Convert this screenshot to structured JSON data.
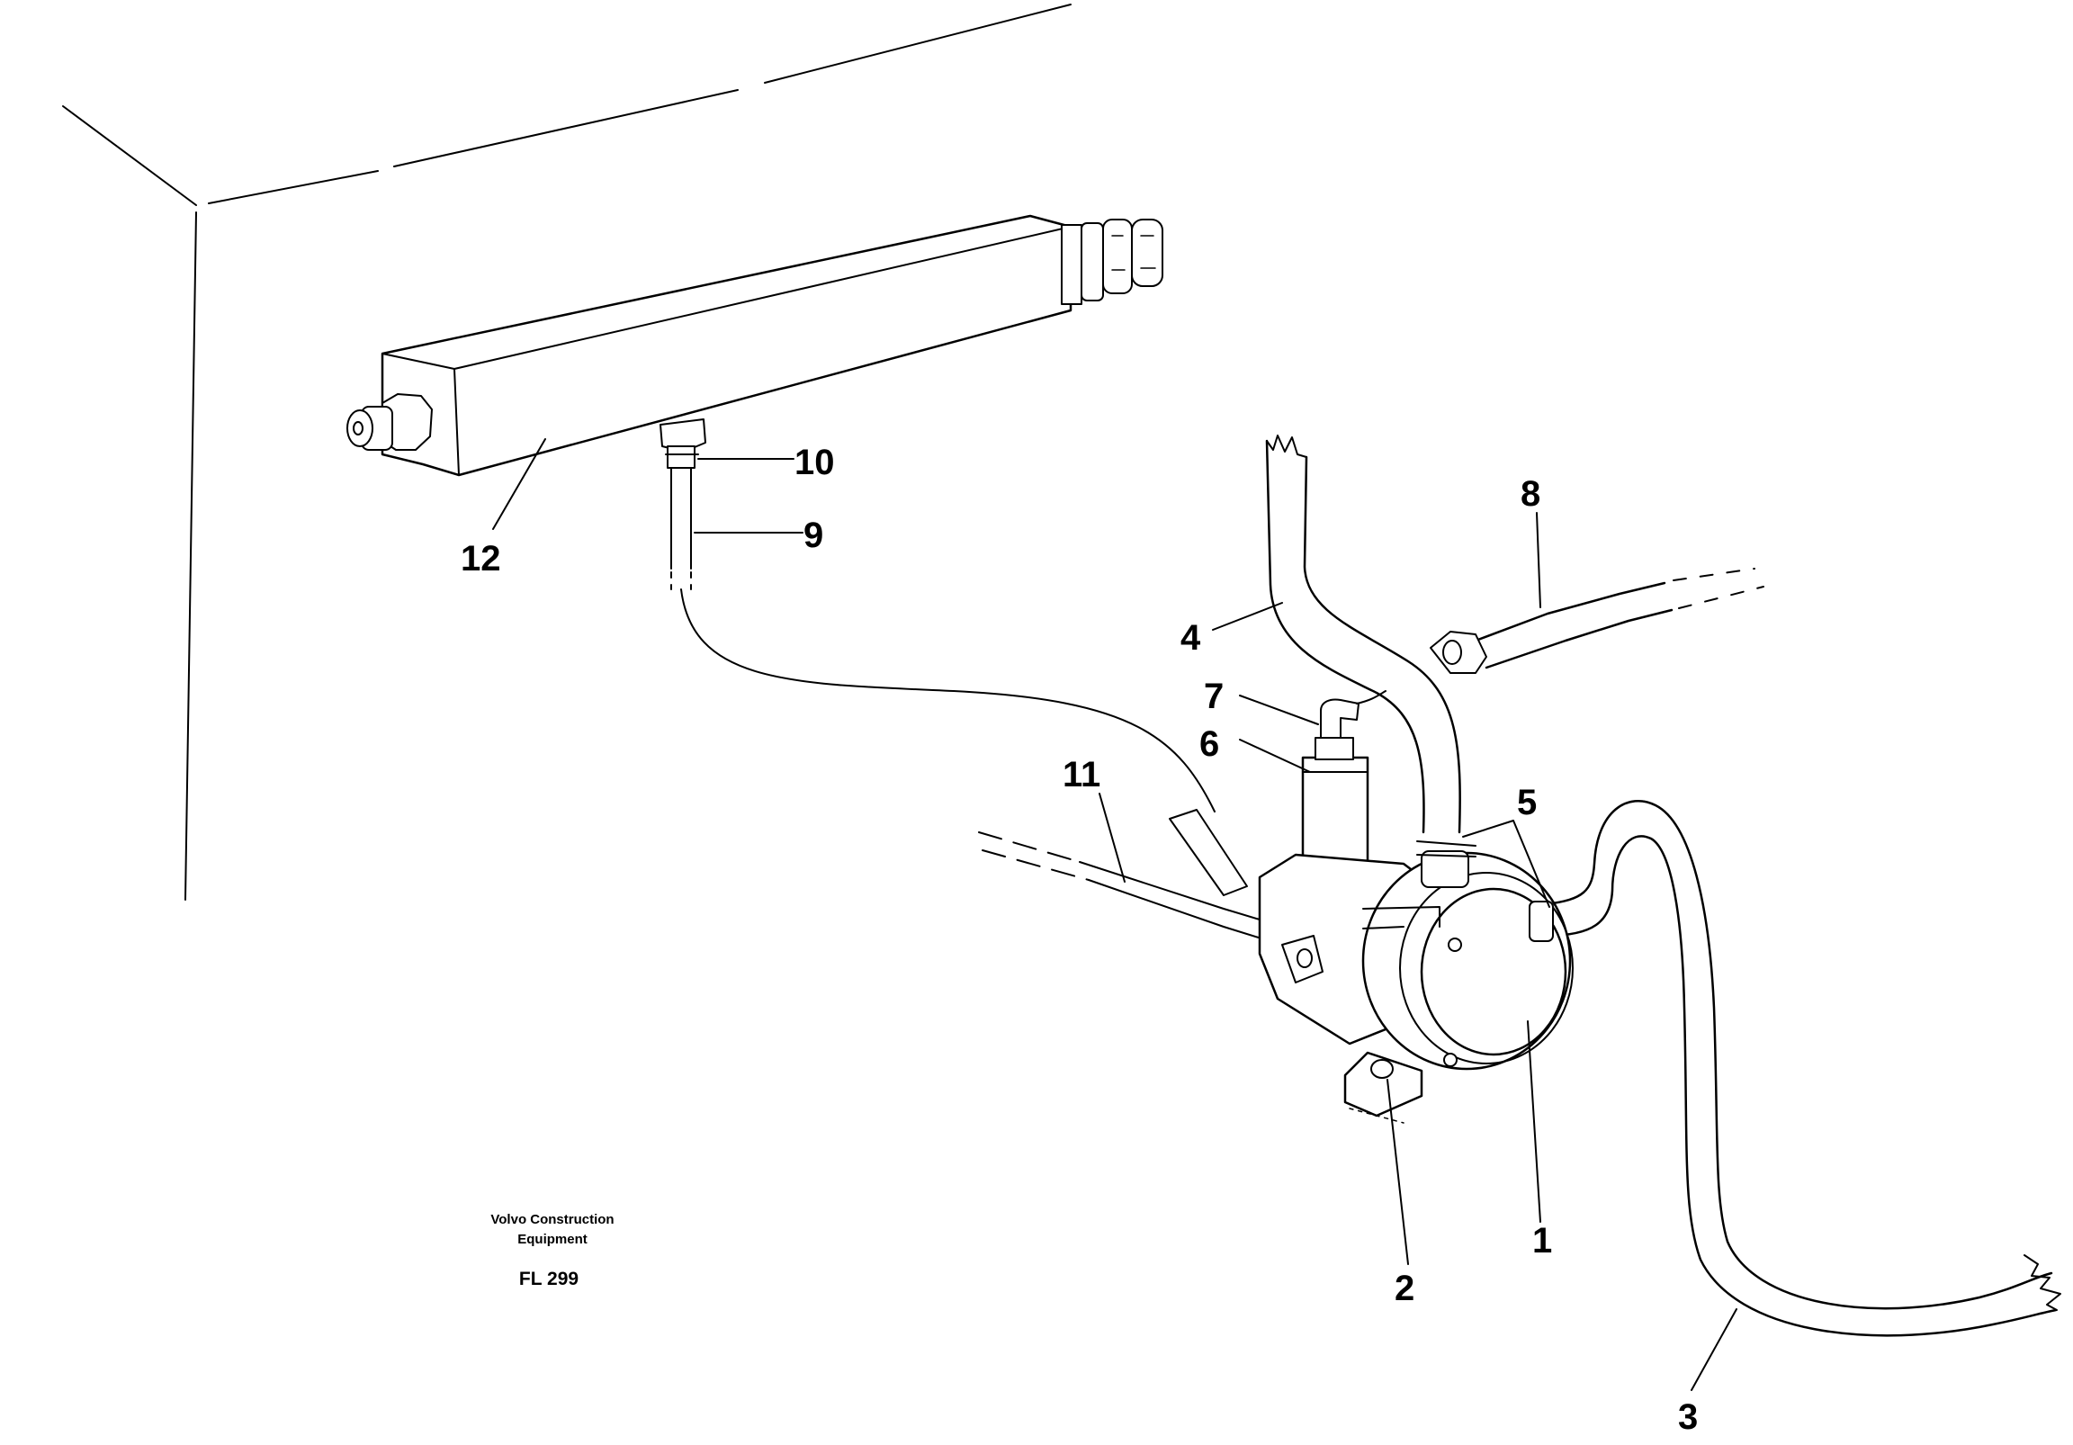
{
  "manufacturer": {
    "line1": "Volvo Construction",
    "line2": "Equipment"
  },
  "figure_code": "FL 299",
  "callouts": {
    "c1": "1",
    "c2": "2",
    "c3": "3",
    "c4": "4",
    "c5": "5",
    "c6": "6",
    "c7": "7",
    "c8": "8",
    "c9": "9",
    "c10": "10",
    "c11": "11",
    "c12": "12"
  }
}
